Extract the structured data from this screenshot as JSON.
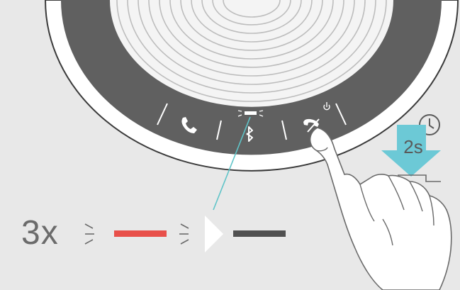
{
  "instruction": {
    "flash_count": "3x",
    "hold_duration": "2s"
  },
  "led_sequence": [
    {
      "state": "flashing",
      "color": "#e8504a"
    },
    {
      "state": "steady",
      "color": "#505050"
    }
  ],
  "device": {
    "buttons": [
      "call-answer",
      "bluetooth",
      "call-end-power"
    ],
    "ring_color": "#606060",
    "led_indicator_color": "#ffffff"
  },
  "accent_colors": {
    "arrow": "#6cc9d6",
    "indicator_line": "#5fc4c8",
    "led_red": "#e8504a",
    "led_dark": "#505050"
  }
}
